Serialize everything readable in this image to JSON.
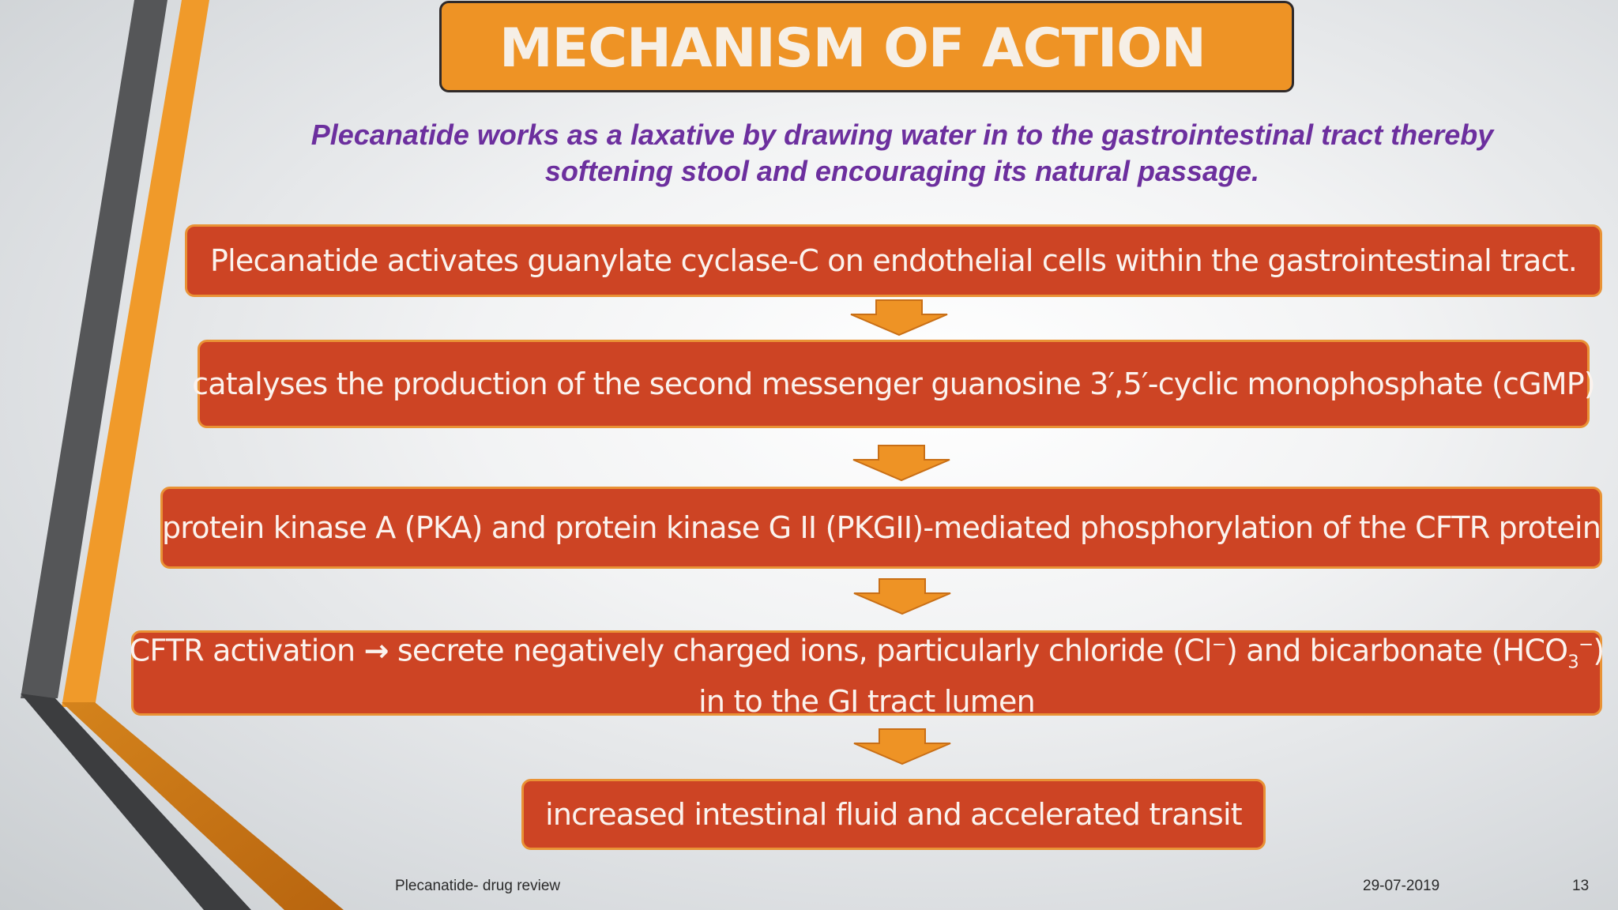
{
  "slide": {
    "title": "MECHANISM OF ACTION",
    "subtitle_line1": "Plecanatide works as a laxative by drawing water in to the gastrointestinal tract thereby",
    "subtitle_line2": "softening stool and encouraging its natural passage.",
    "steps": [
      "Plecanatide activates guanylate cyclase-C on endothelial cells within the gastrointestinal tract.",
      "catalyses the production of the second messenger guanosine 3′,5′-cyclic monophosphate (cGMP)",
      "protein kinase A (PKA) and protein kinase G II (PKGII)-mediated phosphorylation of the CFTR protein",
      {
        "prefix": "CFTR activation",
        "arrow_glyph": "→",
        "text": "secrete negatively charged ions, particularly chloride (Cl",
        "cl_sup": "−",
        "text_mid": ") and bicarbonate (HCO",
        "hco_sub": "3",
        "hco_sup": "−",
        "text_end": ")",
        "line2": "in to the GI tract lumen"
      },
      "increased intestinal fluid and accelerated transit"
    ],
    "footer": {
      "left": "Plecanatide- drug review",
      "date": "29-07-2019",
      "page": "13"
    },
    "colors": {
      "title_fill": "#ee9325",
      "step_fill": "#cd4424",
      "step_border": "#e99235",
      "arrow_fill": "#ee9325",
      "subtitle_text": "#6c2f9e",
      "accent_orange": "#f09a2a",
      "accent_gray": "#555658"
    }
  }
}
